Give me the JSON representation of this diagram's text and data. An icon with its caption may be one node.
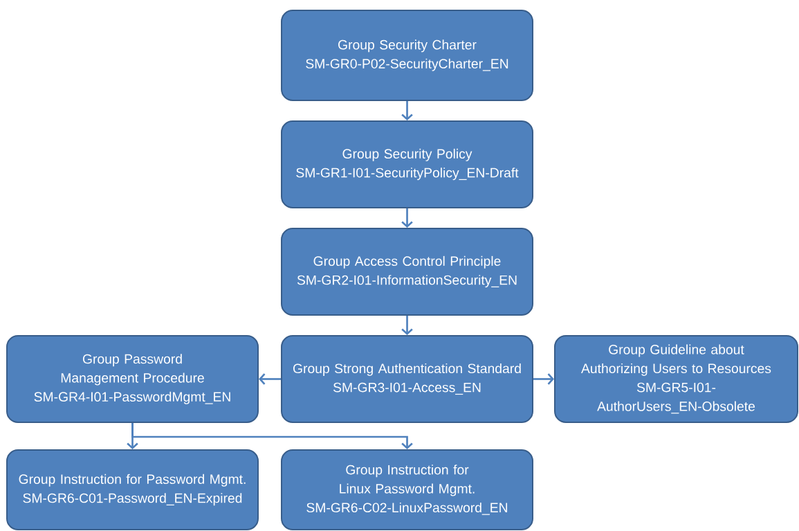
{
  "diagram": {
    "nodes": [
      {
        "text": [
          "Group Security Charter",
          "SM-GR0-P02-SecurityCharter_EN"
        ]
      },
      {
        "text": [
          "Group Security Policy",
          "SM-GR1-I01-SecurityPolicy_EN-Draft"
        ]
      },
      {
        "text": [
          "Group Access Control Principle",
          "SM-GR2-I01-InformationSecurity_EN"
        ]
      },
      {
        "text": [
          "Group Password Management Procedure",
          "SM-GR4-I01-PasswordMgmt_EN"
        ]
      },
      {
        "text": [
          "Group Strong Authentication Standard",
          "SM-GR3-I01-Access_EN"
        ]
      },
      {
        "text": [
          "Group Guideline about Authorizing Users to Resources",
          "SM-GR5-I01-AuthorUsers_EN-Obsolete"
        ]
      },
      {
        "text": [
          "Group Instruction for Password Mgmt.",
          "SM-GR6-C01-Password_EN-Expired"
        ]
      },
      {
        "text": [
          "Group Instruction for Linux Password Mgmt.",
          "SM-GR6-C02-LinuxPassword_EN"
        ]
      }
    ],
    "edges": [
      {
        "from": 0,
        "to": 1,
        "arrow": "to"
      },
      {
        "from": 1,
        "to": 2,
        "arrow": "to"
      },
      {
        "from": 2,
        "to": 4,
        "arrow": "to"
      },
      {
        "from": 4,
        "to": 3,
        "arrow": "to"
      },
      {
        "from": 4,
        "to": 5,
        "arrow": "to"
      },
      {
        "from": 3,
        "to": 6,
        "arrow": "to"
      },
      {
        "from": 3,
        "to": 7,
        "arrow": "to"
      }
    ]
  }
}
